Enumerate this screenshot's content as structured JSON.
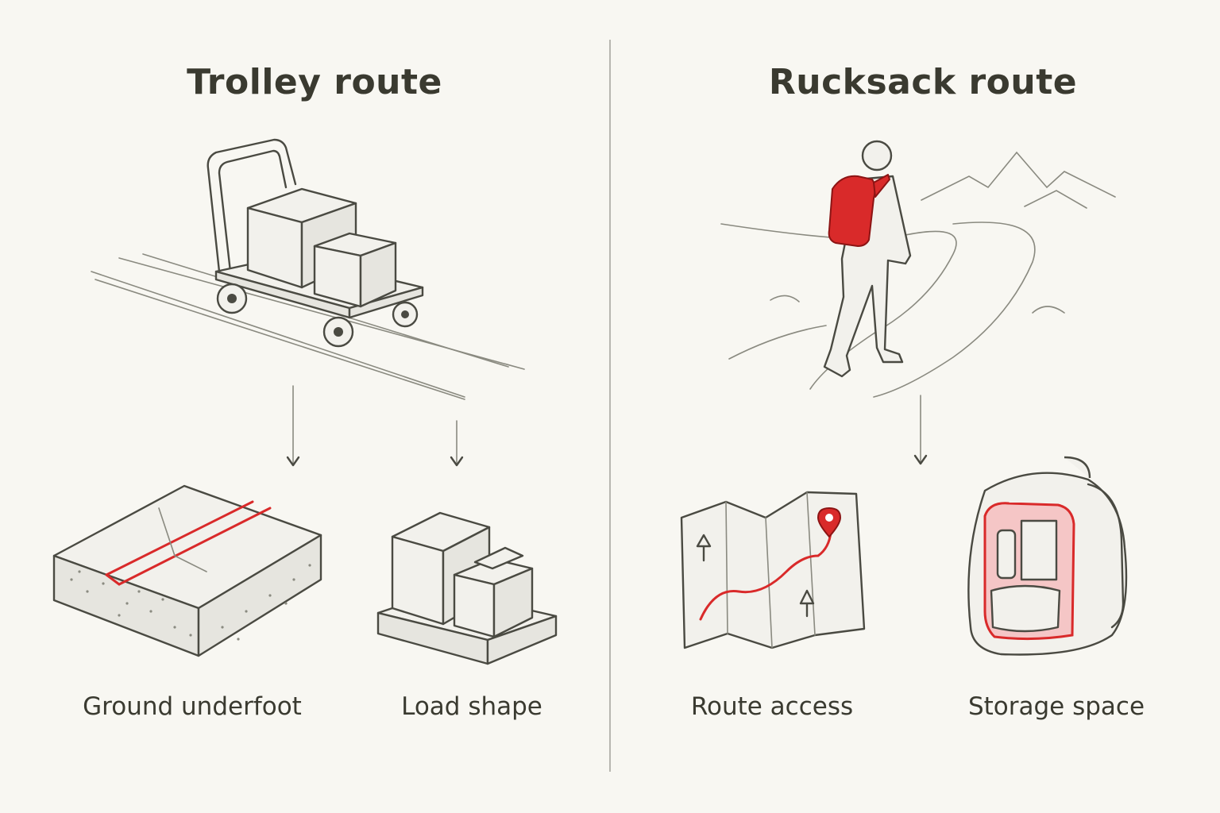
{
  "left": {
    "title": "Trolley route",
    "captions": [
      "Ground underfoot",
      "Load shape"
    ]
  },
  "right": {
    "title": "Rucksack route",
    "captions": [
      "Route access",
      "Storage space"
    ]
  },
  "colors": {
    "accent": "#d92a2a",
    "ink": "#3a3a30",
    "background": "#f8f7f2"
  }
}
